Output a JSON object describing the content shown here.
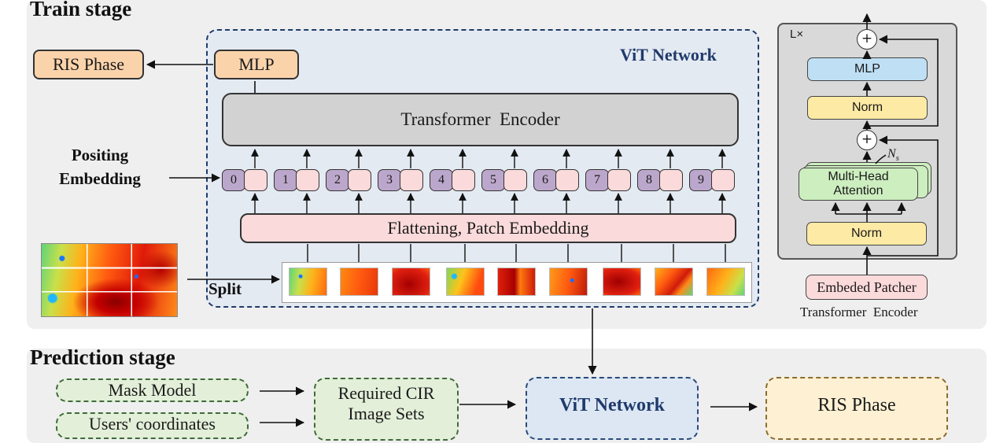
{
  "train_stage": {
    "title": "Train stage",
    "vit_label": "ViT Network",
    "ris_phase": "RIS Phase",
    "mlp": "MLP",
    "transformer_encoder": "Transformer  Encoder",
    "positing_embedding": "Positing\nEmbedding",
    "position_indices": [
      "0",
      "1",
      "2",
      "3",
      "4",
      "5",
      "6",
      "7",
      "8",
      "9"
    ],
    "flattening": "Flattening, Patch Embedding",
    "split": "Split"
  },
  "encoder_detail": {
    "layers": "L×",
    "plus": "+",
    "mlp": "MLP",
    "norm_top": "Norm",
    "ns": "N",
    "ns_sub": "s",
    "mha": "Multi-Head\nAttention",
    "norm_bottom": "Norm",
    "embeded_patcher": "Embeded Patcher",
    "caption": "Transformer  Encoder"
  },
  "prediction_stage": {
    "title": "Prediction stage",
    "mask_model": "Mask Model",
    "users_coordinates": "Users' coordinates",
    "required_cir": "Required CIR\nImage Sets",
    "vit_network": "ViT Network",
    "ris_phase": "RIS Phase"
  },
  "colors": {
    "panel": "#efefef",
    "orange": "#fbd3ab",
    "pink": "#fbdadb",
    "purple": "#bca7cc",
    "encoder_grey": "#d2d2d2",
    "vit_navy": "#1f3a6b",
    "green": "#e3efd9",
    "yellow": "#fdf0d3"
  }
}
